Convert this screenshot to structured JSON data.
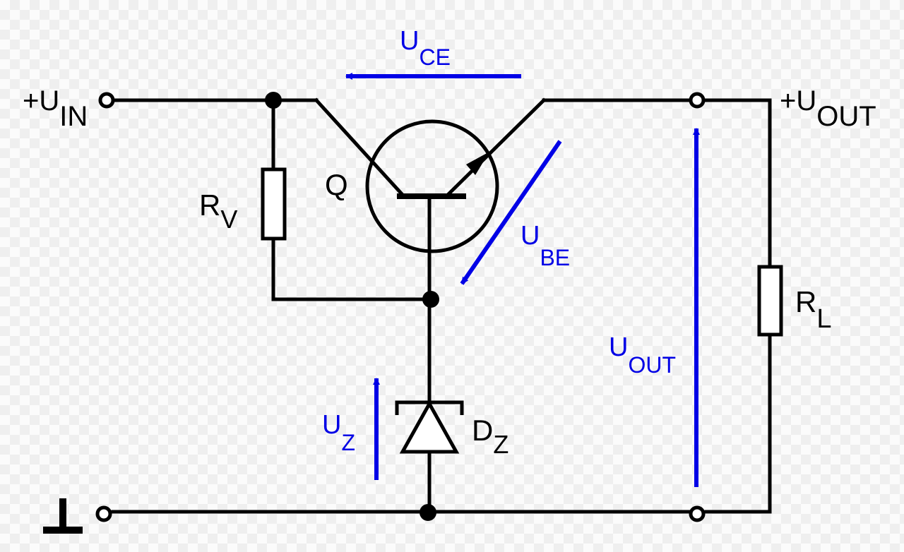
{
  "colors": {
    "wire": "#000000",
    "voltage_arrow": "#0000e6",
    "background": "#fbfbfb"
  },
  "labels": {
    "input": {
      "prefix": "+U",
      "sub": "IN"
    },
    "output": {
      "prefix": "+U",
      "sub": "OUT"
    },
    "transistor": "Q",
    "rv": {
      "main": "R",
      "sub": "V"
    },
    "rl": {
      "main": "R",
      "sub": "L"
    },
    "zener": {
      "main": "D",
      "sub": "Z"
    },
    "uce": {
      "main": "U",
      "sub": "CE"
    },
    "ube": {
      "main": "U",
      "sub": "BE"
    },
    "uout": {
      "main": "U",
      "sub": "OUT"
    },
    "uz": {
      "main": "U",
      "sub": "Z"
    }
  },
  "icons": {
    "ground": "ground-symbol-icon",
    "terminal": "open-circle-terminal-icon",
    "junction": "filled-dot-junction-icon"
  }
}
